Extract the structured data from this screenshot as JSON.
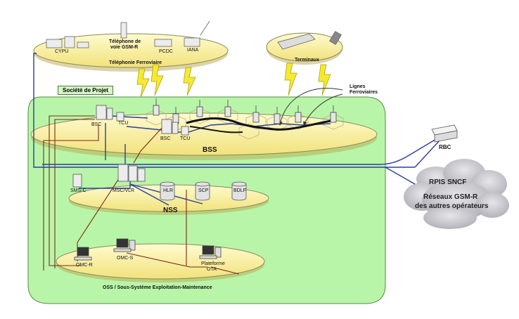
{
  "labels": {
    "project": "Société de Projet",
    "telephony_group": "Téléphonie Ferroviaire",
    "terminals_group": "Terminaux",
    "rail_lines": "Lignes Ferroviaires",
    "cypu": "CYPU",
    "gsmr_phone_l1": "Téléphone de",
    "gsmr_phone_l2": "voie GSM-R",
    "pcdc": "PCDC",
    "iana": "IANA",
    "bsc1": "BSC",
    "tcu1": "TCU",
    "bsc2": "BSC",
    "tcu2": "TCU",
    "bss": "BSS",
    "rbc": "RBC",
    "rpis": "RPIS SNCF",
    "gsmr_networks_l1": "Réseaux GSM-R",
    "gsmr_networks_l2": "des autres opérateurs",
    "msc": "MSC/VLR",
    "hlr": "HLR",
    "scp": "SCP",
    "bdlf": "BDLF",
    "smsc": "SMS-C",
    "nss": "NSS",
    "omcr": "OMC-R",
    "omcs": "OMC-S",
    "ota_l1": "Plateforme",
    "ota_l2": "OTA",
    "oss": "OSS / Sous-Système Exploitation-Maintenance"
  },
  "colors": {
    "project_fill": "#b8f5a8",
    "platform_fill": "#fff7b0",
    "platform_edge": "#8a8a5a",
    "blue_link": "#2b3f9e",
    "brown_link": "#7a2a1a",
    "cloud": "#c8c8cc"
  }
}
